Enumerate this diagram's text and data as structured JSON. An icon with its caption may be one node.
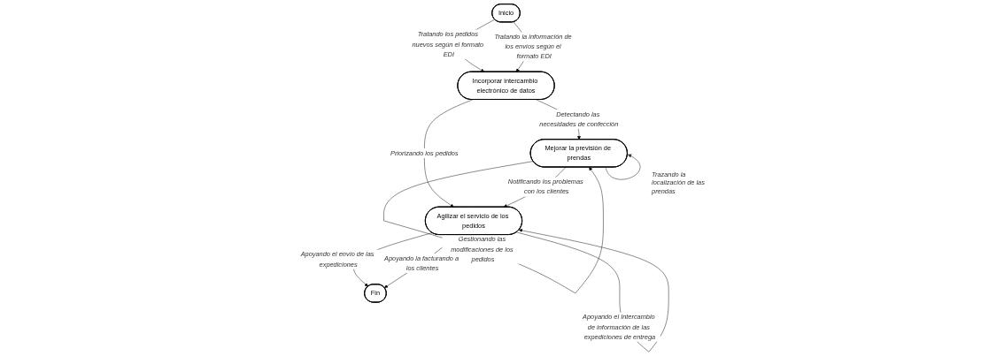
{
  "diagram": {
    "nodes": [
      {
        "text": [
          "Inicio"
        ]
      },
      {
        "text": [
          "Incorporar intercambio electrónico de datos"
        ]
      },
      {
        "text": [
          "Mejorar la previsión de prendas"
        ]
      },
      {
        "text": [
          "Agilizar el servicio de los pedidos"
        ]
      },
      {
        "text": [
          "Fin"
        ]
      }
    ],
    "edges": [
      {
        "from": 0,
        "to": 1,
        "arrow": "to",
        "label": "Tratando los pedidos nuevos según el formato EDI"
      },
      {
        "from": 0,
        "to": 1,
        "arrow": "to",
        "label": "Tratando la información de los envíos según el formato EDI"
      },
      {
        "from": 1,
        "to": 2,
        "arrow": "to",
        "label": "Detectando las necesidades de confección"
      },
      {
        "from": 2,
        "to": 2,
        "arrow": "to",
        "label": "Gestionando las modificaciones de los pedidos"
      },
      {
        "from": 1,
        "to": 3,
        "arrow": "to",
        "label": "Priorizando los pedidos"
      },
      {
        "from": 2,
        "to": 3,
        "arrow": "to",
        "label": "Notificando los problemas con los clientes"
      },
      {
        "from": 2,
        "to": 2,
        "arrow": "to",
        "label": "Trazando la localización de las prendas"
      },
      {
        "from": 3,
        "to": 3,
        "arrow": "to",
        "label": "Apoyando el Intercambio de información de las expediciones de entrega"
      },
      {
        "from": 3,
        "to": 4,
        "arrow": "to",
        "label": "Apoyando el envío de las expediciones"
      },
      {
        "from": 3,
        "to": 4,
        "arrow": "to",
        "label": "Apoyando la facturando a los clientes"
      }
    ]
  }
}
